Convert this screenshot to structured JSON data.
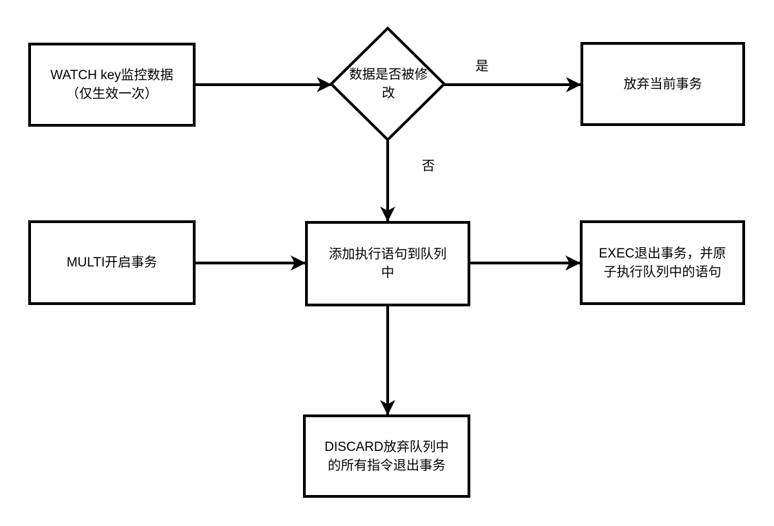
{
  "diagram": {
    "type": "flowchart",
    "nodes": {
      "watch": {
        "shape": "rectangle",
        "label": "WATCH key监控数据\n（仅生效一次）"
      },
      "decision": {
        "shape": "diamond",
        "label": "数据是否被修\n改"
      },
      "abandon": {
        "shape": "rectangle",
        "label": "放弃当前事务"
      },
      "multi": {
        "shape": "rectangle",
        "label": "MULTI开启事务"
      },
      "enqueue": {
        "shape": "rectangle",
        "label": "添加执行语句到队列\n中"
      },
      "exec": {
        "shape": "rectangle",
        "label": "EXEC退出事务，并原\n子执行队列中的语句"
      },
      "discard": {
        "shape": "rectangle",
        "label": "DISCARD放弃队列中\n的所有指令退出事务"
      }
    },
    "edges": {
      "yes_label": "是",
      "no_label": "否",
      "connections": [
        {
          "from": "watch",
          "to": "decision",
          "label": ""
        },
        {
          "from": "decision",
          "to": "abandon",
          "label": "是"
        },
        {
          "from": "decision",
          "to": "enqueue",
          "label": "否"
        },
        {
          "from": "multi",
          "to": "enqueue",
          "label": ""
        },
        {
          "from": "enqueue",
          "to": "exec",
          "label": ""
        },
        {
          "from": "enqueue",
          "to": "discard",
          "label": ""
        }
      ]
    },
    "colors": {
      "stroke": "#000000",
      "fill": "#ffffff",
      "text": "#000000",
      "background": "#ffffff"
    }
  }
}
